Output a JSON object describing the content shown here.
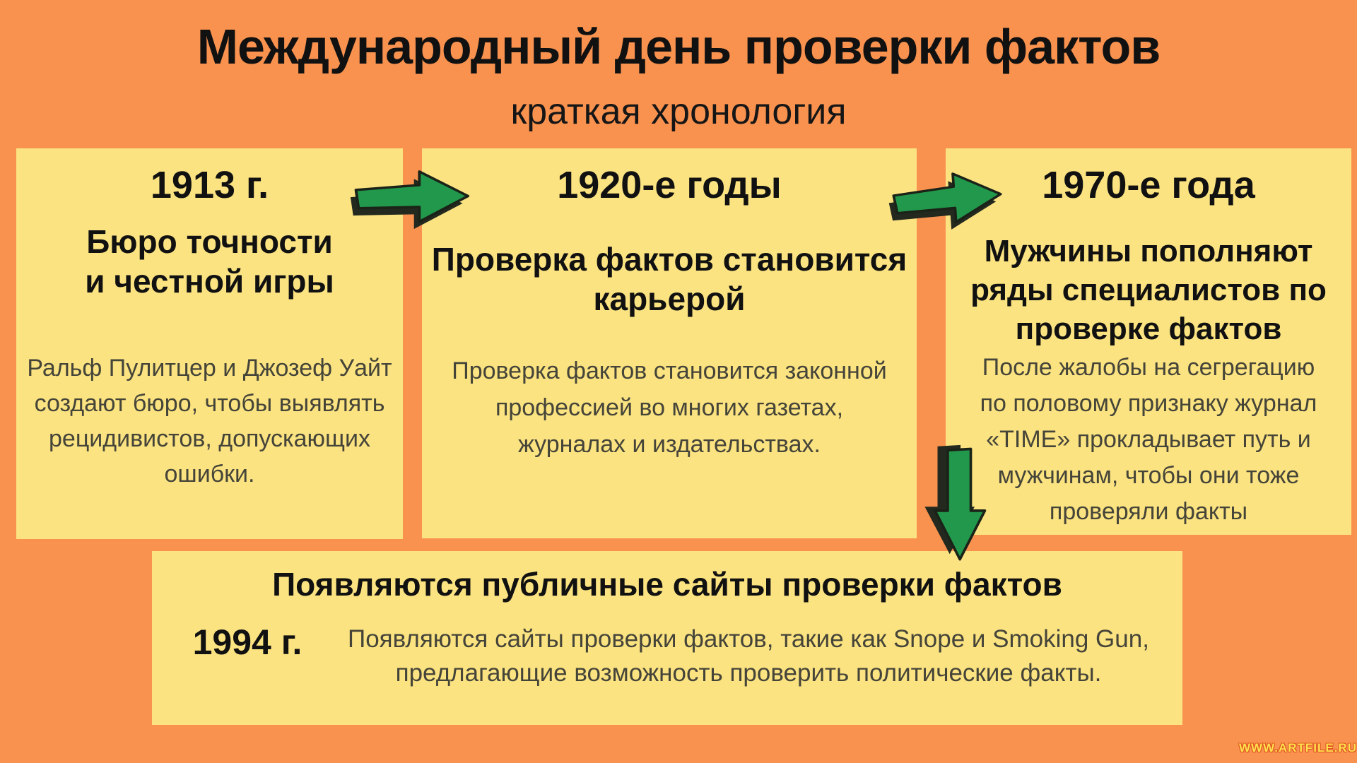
{
  "colors": {
    "background": "#F9924F",
    "card": "#FBE381",
    "arrow_green": "#21984B",
    "arrow_shadow": "#23291F",
    "heading_text": "#111111",
    "body_text": "#454439",
    "watermark_fill": "#FFE14E",
    "watermark_outline": "#E0511F"
  },
  "header": {
    "title": "Международный день проверки фактов",
    "subtitle": "краткая хронология"
  },
  "cards": [
    {
      "year": "1913 г.",
      "heading": "Бюро точности\nи честной игры",
      "body": "Ральф Пулитцер и Джозеф Уайт\nсоздают бюро, чтобы выявлять\nрецидивистов, допускающих\nошибки."
    },
    {
      "year": "1920-е годы",
      "heading": "Проверка фактов становится\nкарьерой",
      "body": "Проверка фактов становится законной\nпрофессией во многих газетах,\nжурналах и издательствах."
    },
    {
      "year": "1970-е года",
      "heading": "Мужчины пополняют\nряды специалистов по\nпроверке фактов",
      "body": "После жалобы на сегрегацию\nпо половому признаку журнал\n«TIME» прокладывает путь и\nмужчинам, чтобы они тоже\nпроверяли факты"
    },
    {
      "year": "1994 г.",
      "heading": "Появляются публичные сайты проверки фактов",
      "body": "Появляются сайты проверки фактов, такие как Snope и Smoking Gun,\nпредлагающие возможность проверить политические факты."
    }
  ],
  "icons": [
    "arrow-right-icon",
    "arrow-right-icon",
    "arrow-down-icon"
  ],
  "watermark": "WWW.ARTFILE.RU"
}
